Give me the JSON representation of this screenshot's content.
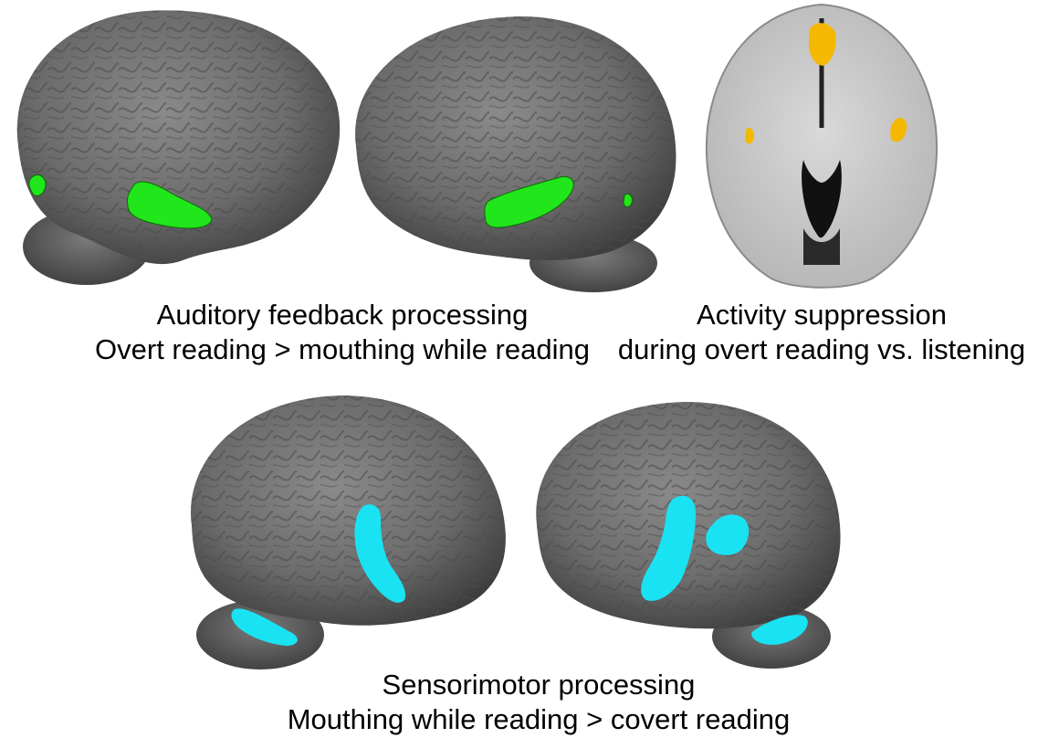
{
  "captions": {
    "auditory": {
      "line1": "Auditory feedback processing",
      "line2": "Overt reading > mouthing while reading"
    },
    "suppression": {
      "line1": "Activity suppression",
      "line2": "during overt reading vs. listening"
    },
    "sensorimotor": {
      "line1": "Sensorimotor processing",
      "line2": "Mouthing while reading > covert reading"
    }
  },
  "colors": {
    "auditory_activation": "#21e61b",
    "suppression_activation": "#f5b800",
    "sensorimotor_activation": "#19e3f3",
    "brain_surface": "#6b6b6b",
    "background": "#ffffff"
  }
}
